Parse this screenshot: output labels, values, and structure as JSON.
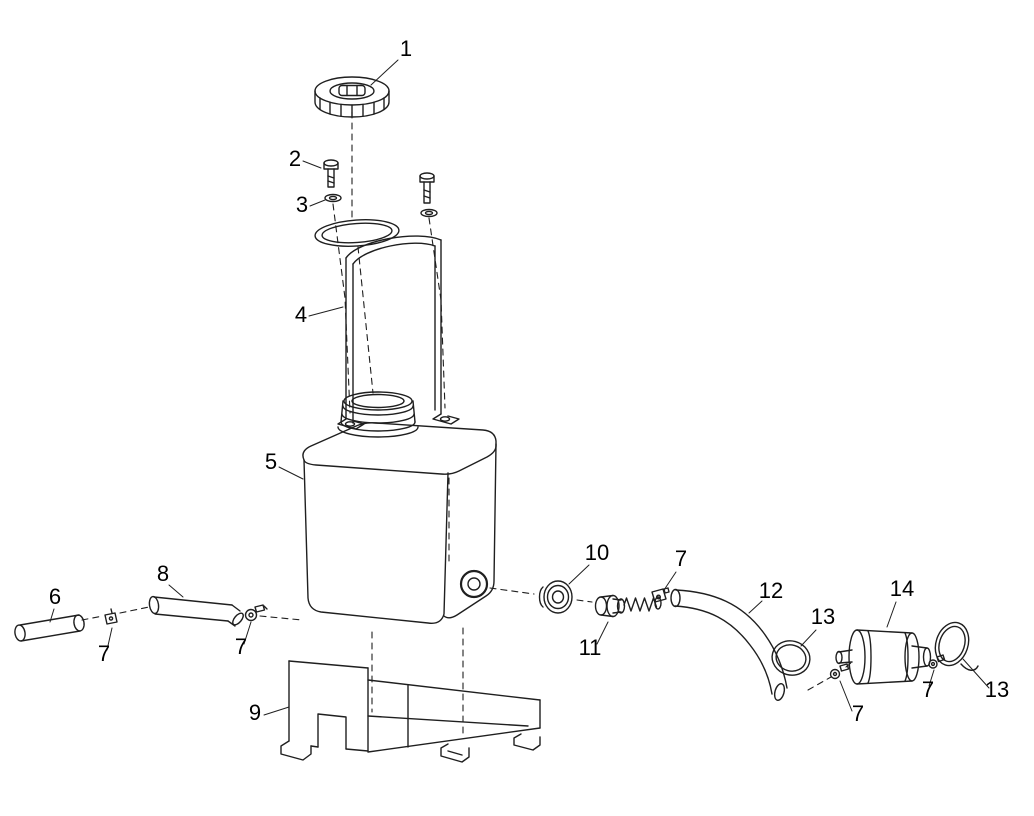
{
  "figure": {
    "kind": "exploded-parts-diagram",
    "background_color": "#ffffff",
    "line_color": "#1f1f1f",
    "part_numbers_shown": [
      "1",
      "2",
      "3",
      "4",
      "5",
      "6",
      "7",
      "8",
      "9",
      "10",
      "11",
      "12",
      "13",
      "14"
    ],
    "callouts": [
      {
        "label": "1"
      },
      {
        "label": "2"
      },
      {
        "label": "3"
      },
      {
        "label": "4"
      },
      {
        "label": "5"
      },
      {
        "label": "6"
      },
      {
        "label": "7"
      },
      {
        "label": "8"
      },
      {
        "label": "7"
      },
      {
        "label": "9"
      },
      {
        "label": "10"
      },
      {
        "label": "11"
      },
      {
        "label": "7"
      },
      {
        "label": "12"
      },
      {
        "label": "13"
      },
      {
        "label": "14"
      },
      {
        "label": "7"
      },
      {
        "label": "7"
      },
      {
        "label": "13"
      }
    ]
  }
}
